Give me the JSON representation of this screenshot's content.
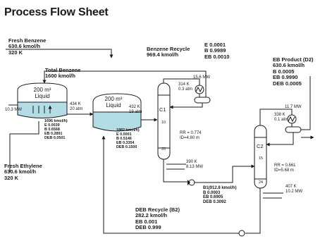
{
  "title": "Process Flow Sheet",
  "streams": {
    "fresh_benzene": [
      "Fresh Benzene",
      "630.6 kmol/h",
      "320 K"
    ],
    "total_benzene": [
      "Total Benzene",
      "1600 kmol/h"
    ],
    "benzene_recycle": [
      "Benzene Recycle",
      "969.4 kmol/h"
    ],
    "benzene_recycle_comp": [
      "E  0.0001",
      "B  0.9989",
      "EB 0.0010"
    ],
    "fresh_ethylene": [
      "Fresh Ethylene",
      "630.6 kmol/h",
      "320 K"
    ],
    "eb_product": [
      "EB Product (D2)",
      "630.6 kmol/h",
      "B   0.0005",
      "EB  0.9990",
      "DEB 0.0005"
    ],
    "deb_recycle": [
      "DEB Recycle (B2)",
      "282.2 kmol/h",
      "EB   0.001",
      "DEB 0.999"
    ],
    "b1": [
      "B1(912.8 kmol/h)",
      "B       0.0003",
      "EB     0.6905",
      "DEB 0.3092"
    ],
    "reactor1_out": [
      "1696 kmol/h)",
      "E      0.0039",
      "B      0.6568",
      "EB    0.2891",
      "DEB 0.0501"
    ],
    "reactor2_out": [
      "1882 kmol/h)",
      "E      0.0001",
      "B      0.5146",
      "EB    0.3354",
      "DEB 0.1500"
    ]
  },
  "reactor1": {
    "volume": "200 m³",
    "phase": "Liquid",
    "temp": "434 K",
    "pressure": "20 atm",
    "duty": "10.3 MW"
  },
  "reactor2": {
    "volume": "200 m³",
    "phase": "Liquid",
    "temp": "432 K",
    "pressure": "19 atm"
  },
  "column1": {
    "name": "C1",
    "tray_top": "10",
    "tray_bottom": "20",
    "condenser_duty": "15.6 MW",
    "top_temp": "314 K",
    "top_pressure": "0.3 atm",
    "reflux_ratio": "RR = 0.774",
    "diameter": "ID=4.80 m",
    "bottom_temp": "390 K",
    "reboiler_duty": "8.13 MW"
  },
  "column2": {
    "name": "C2",
    "tray_top": "15",
    "tray_bottom": "24",
    "condenser_duty": "11.7 MW",
    "top_temp": "338 K",
    "top_pressure": "0.1 atm",
    "reflux_ratio": "RR = 0.661",
    "diameter": "ID=5.68 m",
    "bottom_temp": "407 K",
    "reboiler_duty": "10.2 MW"
  },
  "colors": {
    "line": "#1a1a1a",
    "liquid": "#b3dde5",
    "vessel_fill": "#ffffff"
  }
}
